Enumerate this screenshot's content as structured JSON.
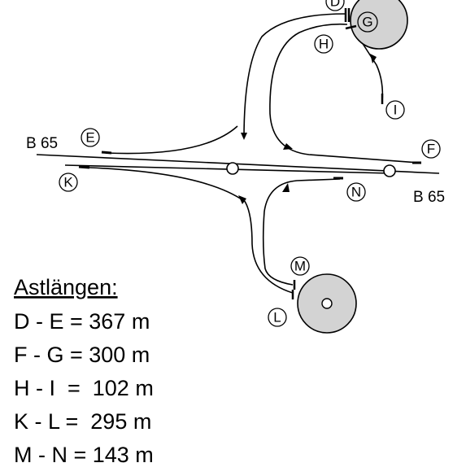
{
  "roads": {
    "left_label": "B 65",
    "right_label": "B 65"
  },
  "points": {
    "D": "D",
    "E": "E",
    "F": "F",
    "G": "G",
    "H": "H",
    "I": "I",
    "K": "K",
    "L": "L",
    "M": "M",
    "N": "N"
  },
  "legend": {
    "title": "Astlängen:",
    "rows": [
      "D - E = 367 m",
      "F - G = 300 m",
      "H - I  =  102 m",
      "K - L =  295 m",
      "M - N = 143 m"
    ]
  },
  "colors": {
    "parking_fill": "#d3d3d3",
    "stroke": "#000000"
  }
}
